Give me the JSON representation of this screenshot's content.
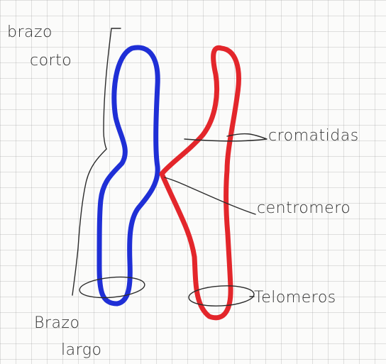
{
  "labels": {
    "brazo_corto": [
      "brazo",
      "corto"
    ],
    "cromatidas": "cromatidas",
    "centromero": "centromero",
    "telomeros": "Telomeros",
    "brazo_largo": [
      "Brazo",
      "largo"
    ]
  },
  "colors": {
    "chromatid_left": "#1f2fd6",
    "chromatid_right": "#e3262b",
    "ink": "#2b2b2b",
    "grid": "#969696"
  }
}
